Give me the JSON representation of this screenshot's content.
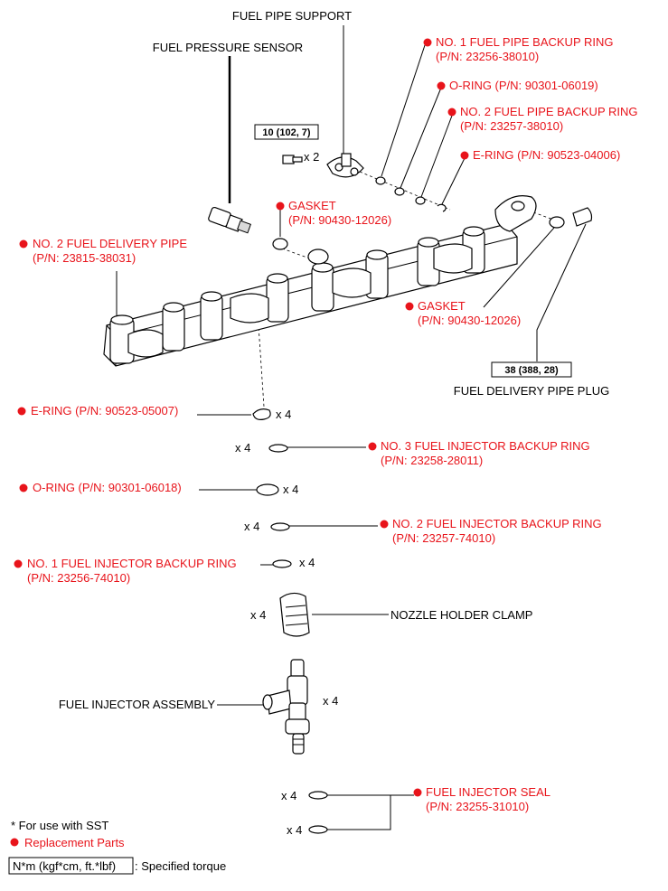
{
  "labels": {
    "fuel_pipe_support": "FUEL PIPE SUPPORT",
    "fuel_pressure_sensor": "FUEL PRESSURE SENSOR",
    "no1_fuel_pipe_backup_ring": "NO. 1 FUEL PIPE BACKUP RING",
    "no1_fuel_pipe_backup_ring_pn": "(P/N: 23256-38010)",
    "o_ring_top": "O-RING (P/N: 90301-06019)",
    "no2_fuel_pipe_backup_ring": "NO. 2 FUEL PIPE BACKUP RING",
    "no2_fuel_pipe_backup_ring_pn": "(P/N: 23257-38010)",
    "e_ring_top": "E-RING (P/N: 90523-04006)",
    "gasket_top": "GASKET",
    "gasket_top_pn": "(P/N: 90430-12026)",
    "no2_fuel_delivery_pipe": "NO. 2 FUEL DELIVERY PIPE",
    "no2_fuel_delivery_pipe_pn": "(P/N: 23815-38031)",
    "gasket_right": "GASKET",
    "gasket_right_pn": "(P/N: 90430-12026)",
    "fuel_delivery_pipe_plug": "FUEL DELIVERY PIPE PLUG",
    "e_ring_mid": "E-RING (P/N: 90523-05007)",
    "no3_injector_backup_ring": "NO. 3 FUEL INJECTOR BACKUP RING",
    "no3_injector_backup_ring_pn": "(P/N: 23258-28011)",
    "o_ring_mid": "O-RING (P/N: 90301-06018)",
    "no2_injector_backup_ring": "NO. 2 FUEL INJECTOR BACKUP RING",
    "no2_injector_backup_ring_pn": "(P/N: 23257-74010)",
    "no1_injector_backup_ring": "NO. 1 FUEL INJECTOR BACKUP RING",
    "no1_injector_backup_ring_pn": "(P/N: 23256-74010)",
    "nozzle_holder_clamp": "NOZZLE HOLDER CLAMP",
    "fuel_injector_assembly": "FUEL INJECTOR ASSEMBLY",
    "fuel_injector_seal": "FUEL INJECTOR SEAL",
    "fuel_injector_seal_pn": "(P/N: 23255-31010)"
  },
  "quantities": {
    "bolt": "x 2",
    "e_ring_mid": "x 4",
    "no3_injector_backup_ring": "x 4",
    "o_ring_mid": "x 4",
    "no2_injector_backup_ring": "x 4",
    "no1_injector_backup_ring": "x 4",
    "nozzle_holder_clamp": "x 4",
    "fuel_injector_assembly": "x 4",
    "fuel_injector_seal_upper": "x 4",
    "fuel_injector_seal_lower": "x 4"
  },
  "torques": {
    "fuel_pipe_support_bolt": "10 (102, 7)",
    "fuel_delivery_pipe_plug": "38 (388, 28)"
  },
  "legend": {
    "sst_note": "* For use with SST",
    "replacement_parts": "Replacement Parts",
    "torque_unit": "N*m (kgf*cm, ft.*lbf)",
    "torque_desc": ": Specified torque"
  },
  "colors": {
    "replacement_red": "#e8141b",
    "line_black": "#000000"
  }
}
